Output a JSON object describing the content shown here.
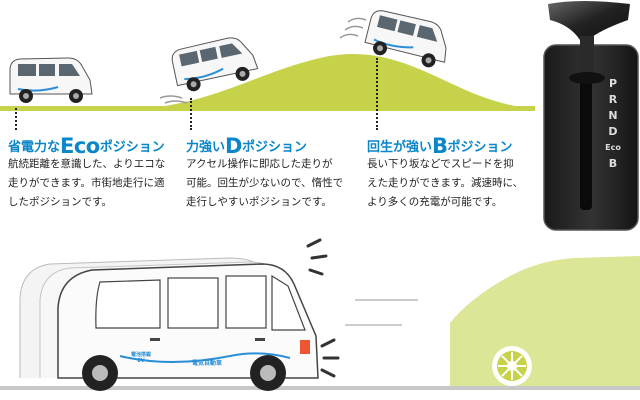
{
  "sections": [
    {
      "heading_pre": "省電力な",
      "heading_big": "Eco",
      "heading_post": "ポジション",
      "body": [
        "航続距離を意識した、よりエコな",
        "走りができます。市街地走行に適",
        "したポジションです。"
      ]
    },
    {
      "heading_pre": "力強い",
      "heading_big": "D",
      "heading_post": "ポジション",
      "body": [
        "アクセル操作に即応した走りが",
        "可能。回生が少ないので、惰性で",
        "走行しやすいポジションです。"
      ]
    },
    {
      "heading_pre": "回生が強い",
      "heading_big": "B",
      "heading_post": "ポジション",
      "body": [
        "長い下り坂などでスピードを抑",
        "えた走りができます。減速時に、",
        "より多くの充電が可能です。"
      ]
    }
  ],
  "shifter": {
    "positions": [
      "P",
      "R",
      "N",
      "D",
      "Eco",
      "B"
    ]
  },
  "van_decal": {
    "brand": "電気自動車",
    "badge_line1": "電池搭載",
    "badge_line2": "EV"
  },
  "colors": {
    "heading_blue": "#0a86c9",
    "hill_green": "#c6d34a",
    "car_green": "#dde596",
    "text": "#222222"
  }
}
